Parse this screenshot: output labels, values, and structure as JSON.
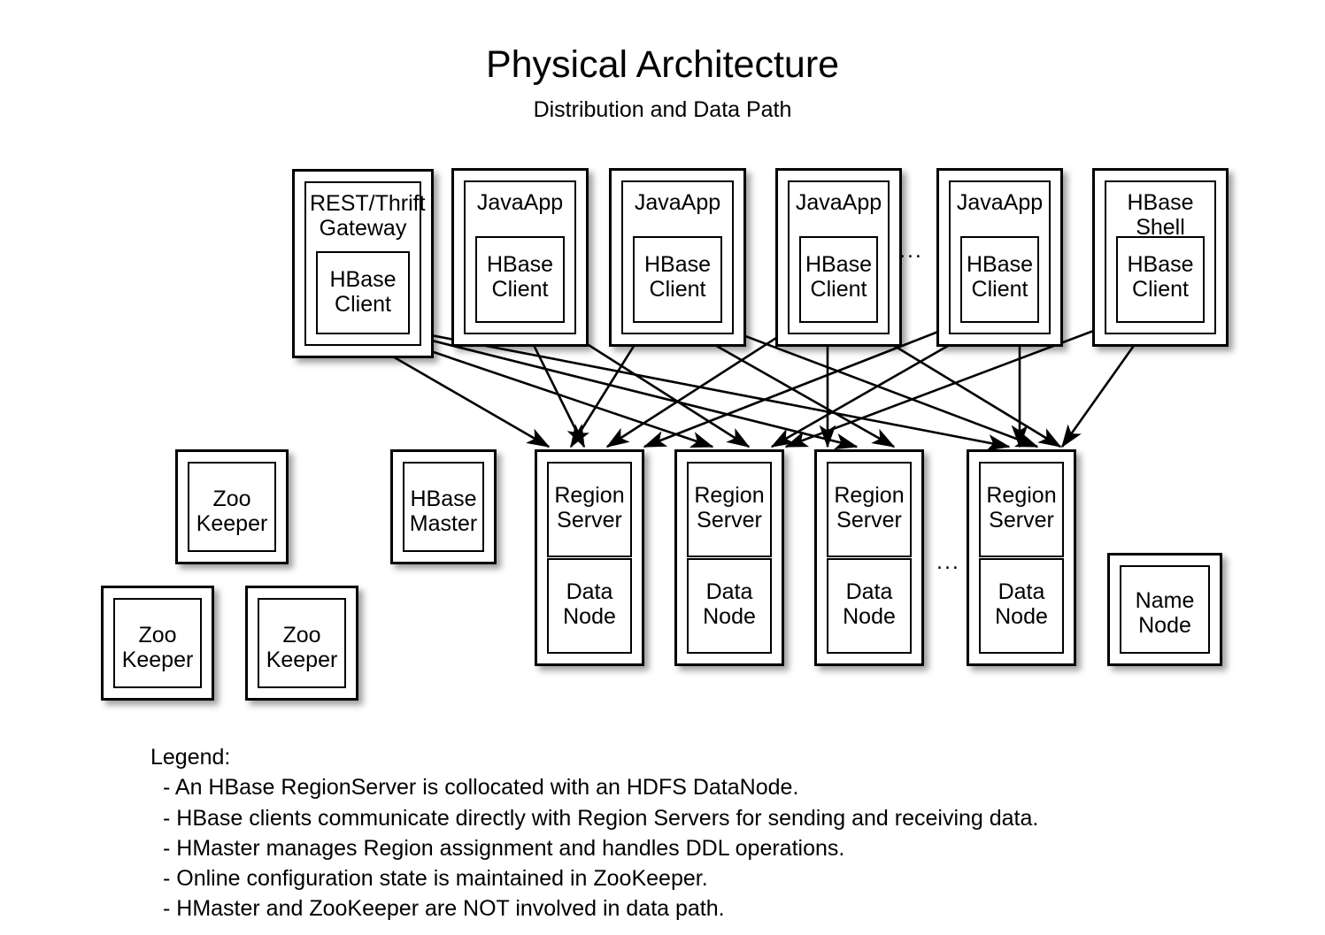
{
  "header": {
    "title": "Physical Architecture",
    "subtitle": "Distribution and Data Path"
  },
  "clients": [
    {
      "app": "REST/Thrift\nGateway",
      "client": "HBase\nClient"
    },
    {
      "app": "JavaApp",
      "client": "HBase\nClient"
    },
    {
      "app": "JavaApp",
      "client": "HBase\nClient"
    },
    {
      "app": "JavaApp",
      "client": "HBase\nClient"
    },
    {
      "app": "JavaApp",
      "client": "HBase\nClient"
    },
    {
      "app": "HBase Shell",
      "client": "HBase\nClient"
    }
  ],
  "client_ellipsis": "...",
  "zookeepers": [
    {
      "label": "Zoo\nKeeper"
    },
    {
      "label": "Zoo\nKeeper"
    },
    {
      "label": "Zoo\nKeeper"
    }
  ],
  "master": {
    "label": "HBase\nMaster"
  },
  "region_servers": [
    {
      "server": "Region\nServer",
      "datanode": "Data\nNode"
    },
    {
      "server": "Region\nServer",
      "datanode": "Data\nNode"
    },
    {
      "server": "Region\nServer",
      "datanode": "Data\nNode"
    },
    {
      "server": "Region\nServer",
      "datanode": "Data\nNode"
    }
  ],
  "server_ellipsis": "...",
  "namenode": {
    "label": "Name\nNode"
  },
  "legend": {
    "title": "Legend:",
    "lines": [
      "- An HBase RegionServer is collocated with an HDFS DataNode.",
      "- HBase clients communicate directly with Region Servers for sending and receiving data.",
      "- HMaster manages Region assignment and handles DDL operations.",
      "- Online configuration state is maintained in ZooKeeper.",
      "- HMaster and ZooKeeper are NOT involved in data path."
    ]
  },
  "colors": {
    "stroke": "#000000",
    "fill": "#ffffff",
    "shadow": "rgba(0,0,0,0.38)"
  }
}
